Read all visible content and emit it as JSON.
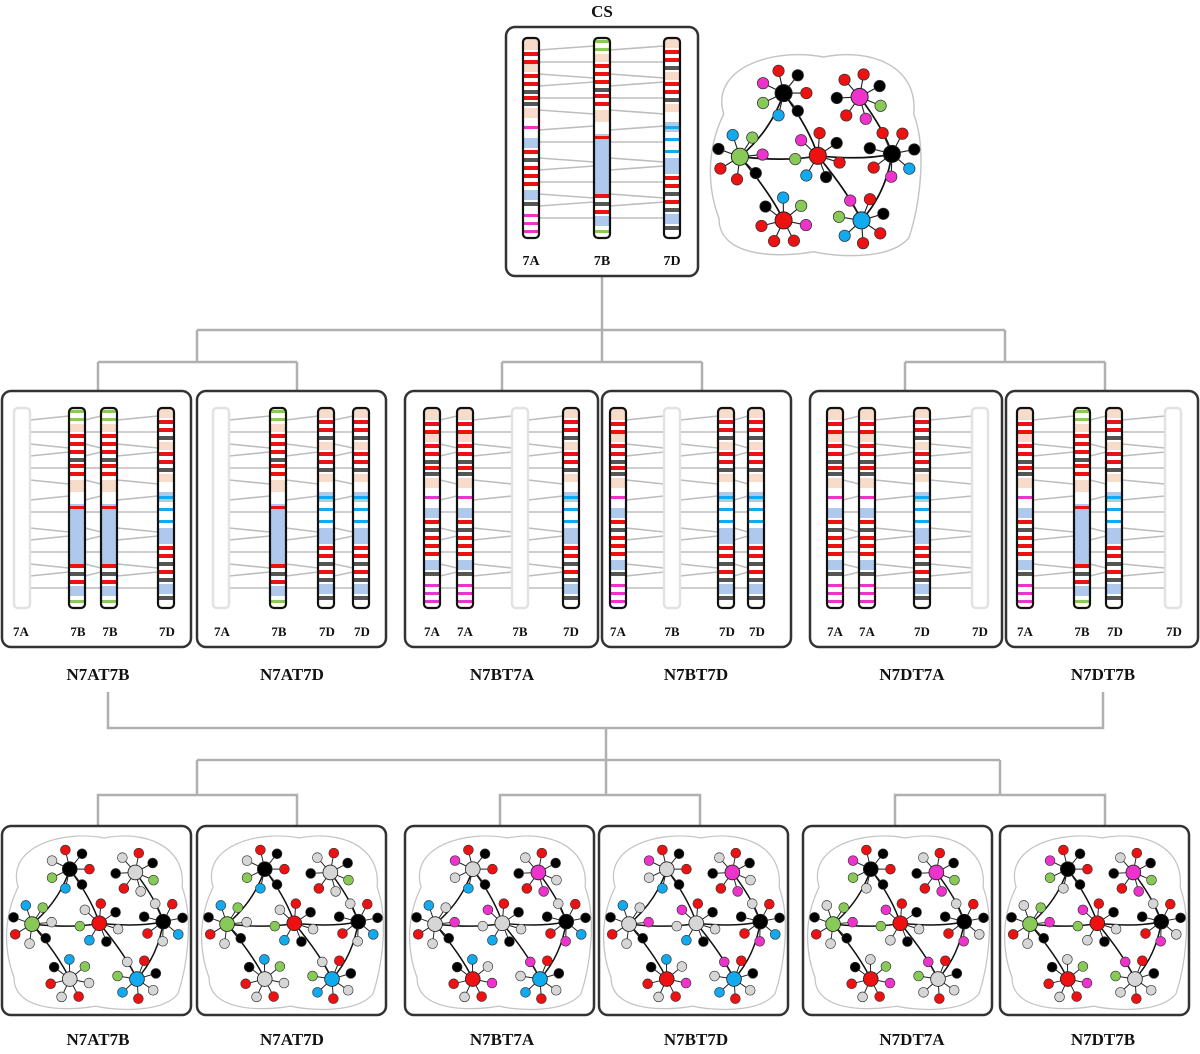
{
  "top": {
    "title": "CS",
    "chromosomes": [
      "7A",
      "7B",
      "7D"
    ]
  },
  "lines": [
    {
      "name": "N7AT7B",
      "present": [
        "7A",
        "7B",
        "7B",
        "7D"
      ],
      "absent": [
        0
      ]
    },
    {
      "name": "N7AT7D",
      "present": [
        "7A",
        "7B",
        "7D",
        "7D"
      ],
      "absent": [
        0
      ]
    },
    {
      "name": "N7BT7A",
      "present": [
        "7A",
        "7A",
        "7B",
        "7D"
      ],
      "absent": [
        2
      ]
    },
    {
      "name": "N7BT7D",
      "present": [
        "7A",
        "7B",
        "7D",
        "7D"
      ],
      "absent": [
        1
      ]
    },
    {
      "name": "N7DT7A",
      "present": [
        "7A",
        "7A",
        "7D",
        "7D"
      ],
      "absent": [
        3
      ]
    },
    {
      "name": "N7DT7B",
      "present": [
        "7A",
        "7B",
        "7D",
        "7D"
      ],
      "absent": [
        3
      ]
    }
  ],
  "colors": {
    "red": "#ee1111",
    "dark": "#555555",
    "peach": "#f7dccb",
    "lightblue": "#aec9ec",
    "magenta": "#ee33cc",
    "green": "#88c957",
    "cyan": "#11aaee",
    "gray": "#d6d6d6",
    "black": "#000000",
    "connector": "#b0b0b0",
    "border": "#333333"
  }
}
